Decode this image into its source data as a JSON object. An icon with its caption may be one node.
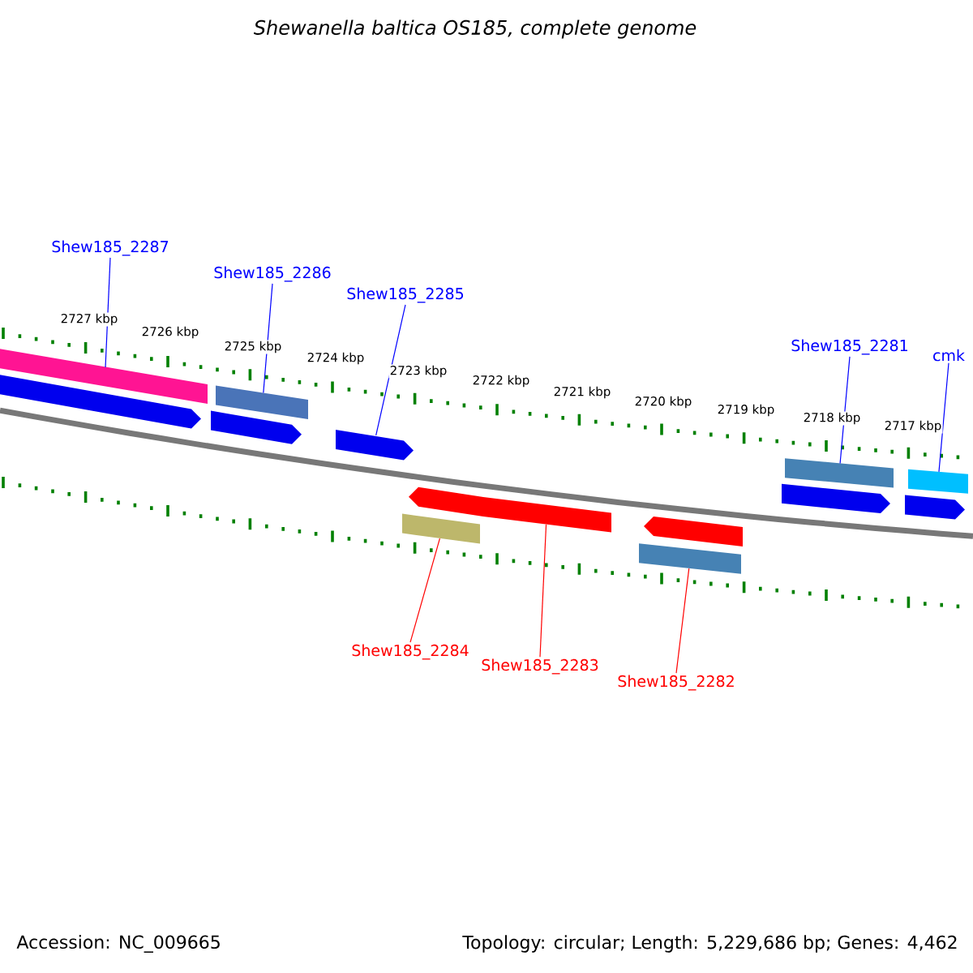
{
  "diagram": {
    "title": "Shewanella baltica OS185, complete genome",
    "nodes": [
      {
        "text": [
          "Shew185_2287"
        ]
      },
      {
        "text": [
          "Shew185_2286"
        ]
      },
      {
        "text": [
          "Shew185_2285"
        ]
      },
      {
        "text": [
          "Shew185_2281"
        ]
      },
      {
        "text": [
          "cmk"
        ]
      },
      {
        "text": [
          "Shew185_2284"
        ]
      },
      {
        "text": [
          "Shew185_2283"
        ]
      },
      {
        "text": [
          "Shew185_2282"
        ]
      },
      {
        "text": [],
        "shape": "bar"
      },
      {
        "text": [],
        "shape": "bar"
      },
      {
        "text": [],
        "shape": "bar"
      },
      {
        "text": [],
        "shape": "bar"
      },
      {
        "text": [],
        "shape": "bar"
      },
      {
        "text": [],
        "shape": "bar"
      },
      {
        "text": [],
        "shape": "bar"
      },
      {
        "text": [],
        "shape": "bar"
      },
      {
        "text": [],
        "shape": "bar"
      },
      {
        "text": [],
        "shape": "bar"
      },
      {
        "text": [],
        "shape": "bar"
      },
      {
        "text": [],
        "shape": "bar"
      },
      {
        "text": [],
        "shape": "bar"
      },
      {
        "text": [],
        "shape": "bar"
      }
    ],
    "edges": [
      {
        "from": 0,
        "to": 8,
        "arrow": "none"
      },
      {
        "from": 1,
        "to": 11,
        "arrow": "none"
      },
      {
        "from": 2,
        "to": 12,
        "arrow": "none"
      },
      {
        "from": 3,
        "to": 19,
        "arrow": "none"
      },
      {
        "from": 4,
        "to": 21,
        "arrow": "none"
      },
      {
        "from": 5,
        "to": 13,
        "arrow": "none",
        "color": "#ff0000"
      },
      {
        "from": 6,
        "to": 15,
        "arrow": "none",
        "color": "#ff0000"
      },
      {
        "from": 7,
        "to": 16,
        "arrow": "none",
        "color": "#ff0000"
      }
    ],
    "labels": [
      "2727 kbp",
      "2726 kbp",
      "2725 kbp",
      "2724 kbp",
      "2723 kbp",
      "2722 kbp",
      "2721 kbp",
      "2720 kbp",
      "2719 kbp",
      "2718 kbp",
      "2717 kbp",
      "Accession: NC_009665",
      "Topology: circular; Length: 5,229,686 bp; Genes: 4,462"
    ]
  }
}
